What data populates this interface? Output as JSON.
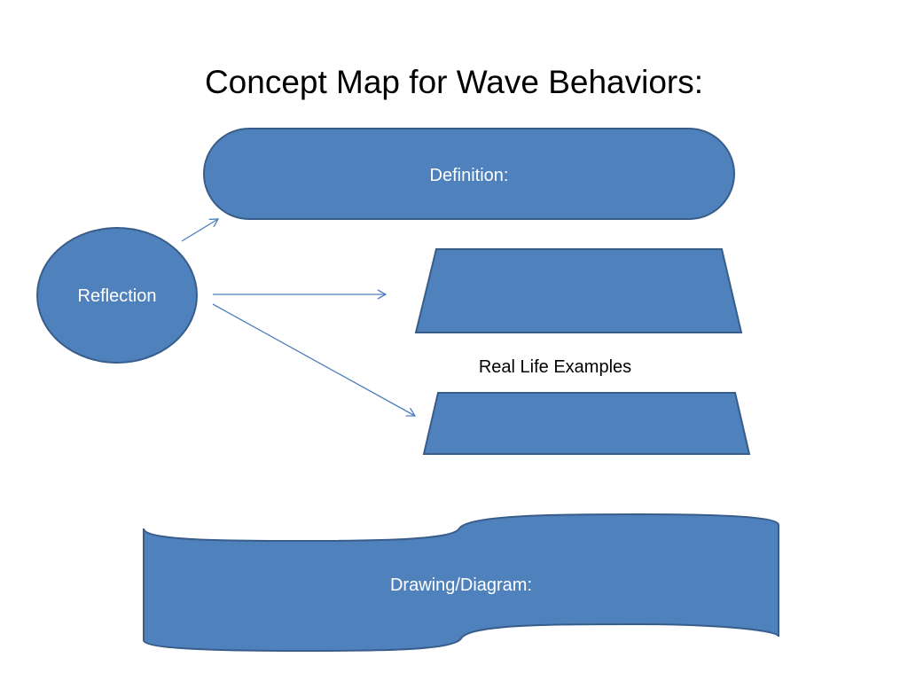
{
  "slide": {
    "title": "Concept Map for Wave Behaviors:"
  },
  "nodes": {
    "reflection": {
      "label": "Reflection"
    },
    "definition": {
      "label": "Definition:"
    },
    "example_box_1": {
      "label": ""
    },
    "examples_caption": {
      "label": "Real Life Examples"
    },
    "example_box_2": {
      "label": ""
    },
    "drawing": {
      "label": "Drawing/Diagram:"
    }
  },
  "colors": {
    "shape_fill": "#4f81bd",
    "shape_stroke": "#385d8a",
    "arrow": "#4f81bd",
    "shape_text": "#ffffff",
    "title_text": "#000000"
  }
}
